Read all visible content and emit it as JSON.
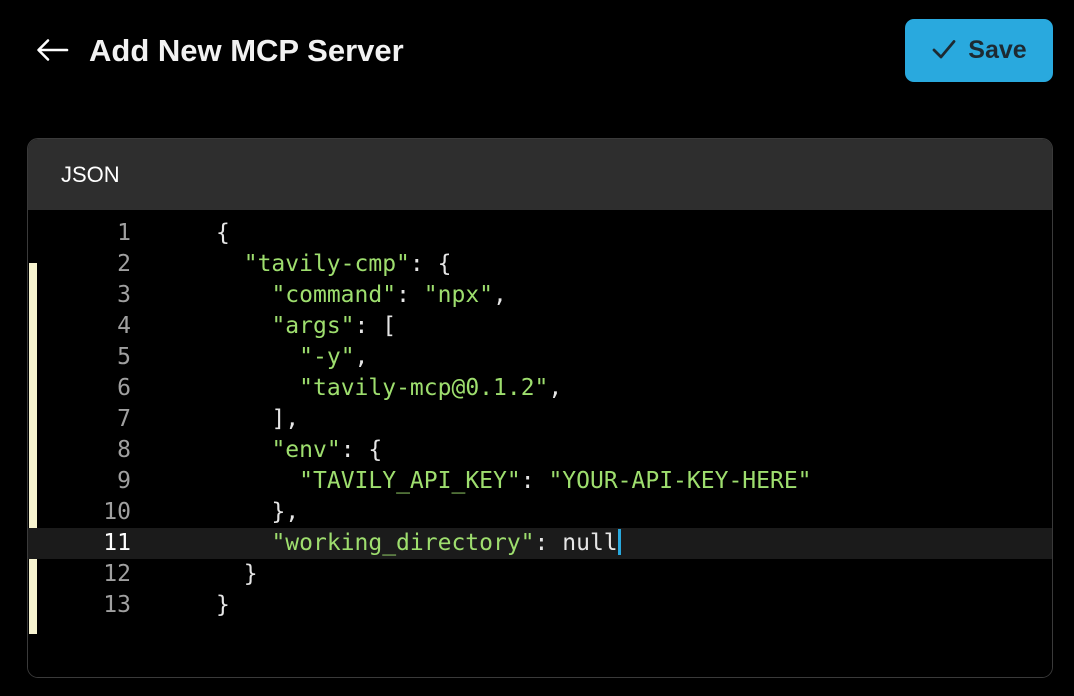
{
  "header": {
    "back_icon": "arrow-left-icon",
    "title": "Add New MCP Server",
    "save": {
      "label": "Save",
      "icon": "check-icon",
      "bg_color": "#29a9de",
      "text_color": "#1d2a32"
    }
  },
  "editor": {
    "language_label": "JSON",
    "header_bg": "#2e2e2e",
    "body_bg": "#000000",
    "active_line": 11,
    "active_line_bg": "#1b1b1b",
    "change_bar_color": "#f7f3cf",
    "caret_color": "#29a9de",
    "string_color": "#9ede6e",
    "punctuation_color": "#e6e6e6",
    "line_number_color": "#a0a0a0",
    "lines": [
      {
        "num": "1",
        "text": "{"
      },
      {
        "num": "2",
        "text": "  \"tavily-cmp\": {"
      },
      {
        "num": "3",
        "text": "    \"command\": \"npx\","
      },
      {
        "num": "4",
        "text": "    \"args\": ["
      },
      {
        "num": "5",
        "text": "      \"-y\","
      },
      {
        "num": "6",
        "text": "      \"tavily-mcp@0.1.2\","
      },
      {
        "num": "7",
        "text": "    ],"
      },
      {
        "num": "8",
        "text": "    \"env\": {"
      },
      {
        "num": "9",
        "text": "      \"TAVILY_API_KEY\": \"YOUR-API-KEY-HERE\""
      },
      {
        "num": "10",
        "text": "    },"
      },
      {
        "num": "11",
        "text": "    \"working_directory\": null"
      },
      {
        "num": "12",
        "text": "  }"
      },
      {
        "num": "13",
        "text": "}"
      }
    ]
  }
}
